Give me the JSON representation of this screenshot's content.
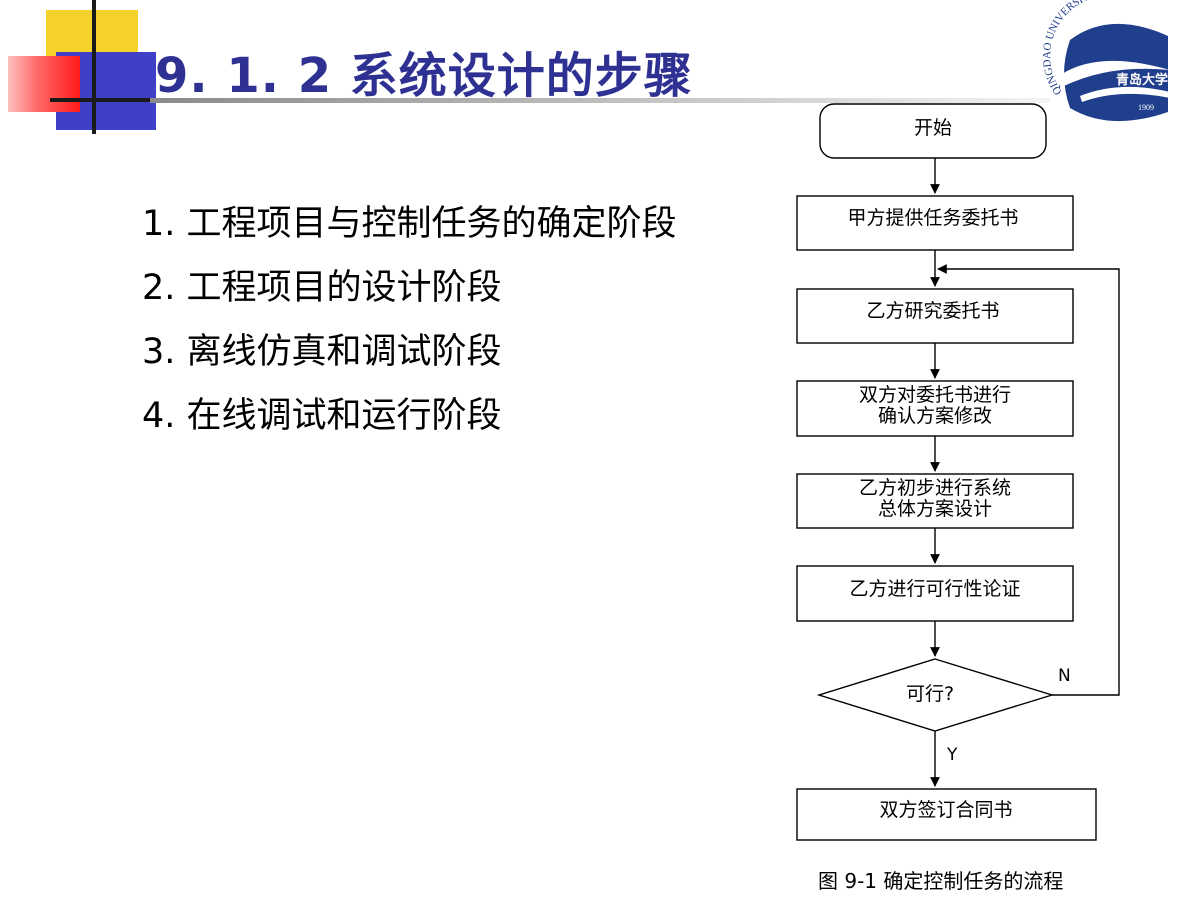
{
  "slide": {
    "title": "9. 1. 2   系统设计的步骤",
    "steps": [
      "1.  工程项目与控制任务的确定阶段",
      "2.  工程项目的设计阶段",
      "3.  离线仿真和调试阶段",
      "4.  在线调试和运行阶段"
    ],
    "caption": "图 9-1  确定控制任务的流程"
  },
  "logo": {
    "arc_text": "QINGDAO UNIVERSITY",
    "name": "青岛大学",
    "year": "1909",
    "colors": {
      "primary": "#1f3e8c"
    }
  },
  "flowchart": {
    "start": "开始",
    "nodes": [
      {
        "id": "n1",
        "lines": [
          "甲方提供任务委托书"
        ]
      },
      {
        "id": "n2",
        "lines": [
          "乙方研究委托书"
        ]
      },
      {
        "id": "n3",
        "lines": [
          "双方对委托书进行",
          "确认方案修改"
        ]
      },
      {
        "id": "n4",
        "lines": [
          "乙方初步进行系统",
          "总体方案设计"
        ]
      },
      {
        "id": "n5",
        "lines": [
          "乙方进行可行性论证"
        ]
      }
    ],
    "decision": "可行?",
    "no_label": "N",
    "yes_label": "Y",
    "end": "双方签订合同书"
  },
  "colors": {
    "title": "#2e3192",
    "square_yellow": "#f5d22b",
    "square_blue": "#3f3fc8",
    "square_red": "#ff1a1a",
    "diagram_stroke": "#000000"
  }
}
